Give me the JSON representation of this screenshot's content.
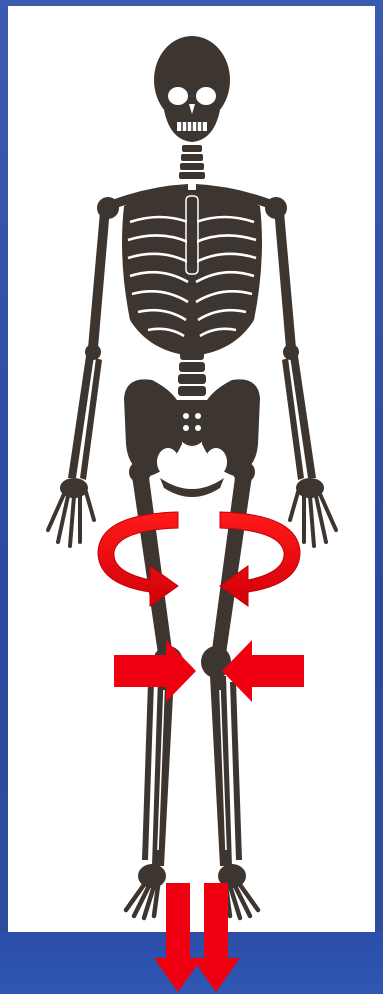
{
  "figure": {
    "caption": "",
    "colors": {
      "frame": "#2e4fa0",
      "panel": "#ffffff",
      "bone": "#3d3530",
      "bone_highlight": "#ffffff",
      "arrow": "#e8000b"
    },
    "elements": [
      {
        "name": "skeleton",
        "icon": "skeleton-icon"
      },
      {
        "name": "thigh-internal-rotation-arrows",
        "icon": "curved-arrow-icon",
        "count": 2
      },
      {
        "name": "knee-valgus-arrows",
        "icon": "arrow-right-icon",
        "count": 2
      },
      {
        "name": "foot-downward-arrows",
        "icon": "arrow-down-icon",
        "count": 2
      }
    ]
  }
}
